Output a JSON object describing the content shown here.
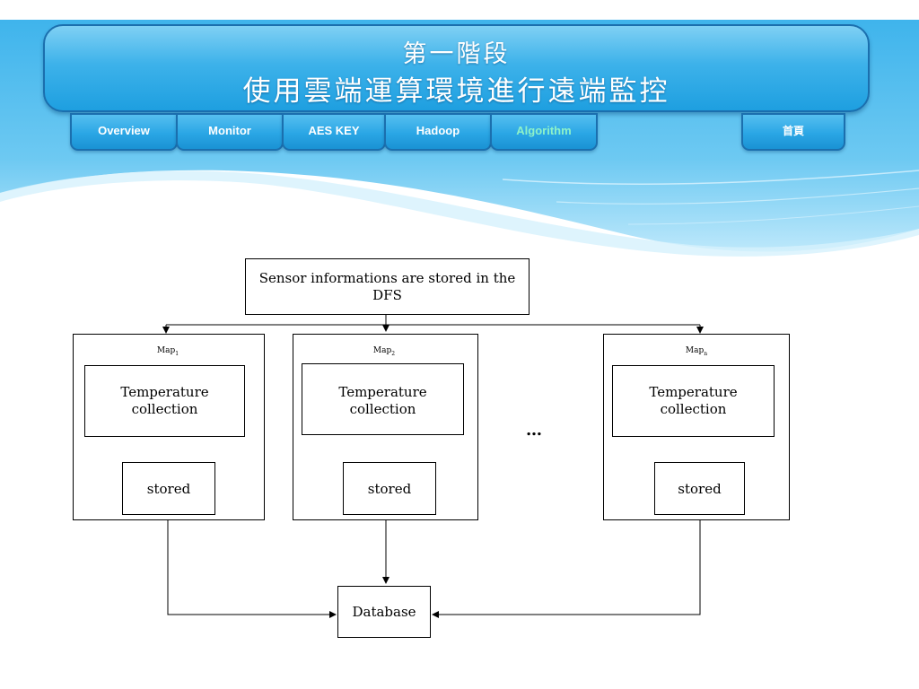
{
  "header": {
    "title_line1": "第一階段",
    "title_line2": "使用雲端運算環境進行遠端監控"
  },
  "nav": {
    "tabs": [
      {
        "label": "Overview",
        "active": false
      },
      {
        "label": "Monitor",
        "active": false
      },
      {
        "label": "AES KEY",
        "active": false
      },
      {
        "label": "Hadoop",
        "active": false
      },
      {
        "label": "Algorithm",
        "active": true
      }
    ],
    "home_label": "首頁"
  },
  "diagram": {
    "source": "Sensor informations are stored in the DFS",
    "maps": [
      {
        "label": "Map",
        "sub": "1",
        "process": "Temperature collection",
        "store": "stored"
      },
      {
        "label": "Map",
        "sub": "2",
        "process": "Temperature collection",
        "store": "stored"
      },
      {
        "label": "Map",
        "sub": "n",
        "process": "Temperature collection",
        "store": "stored"
      }
    ],
    "ellipsis": "…",
    "sink": "Database"
  },
  "colors": {
    "accent_blue": "#2aa6e5",
    "active_tab_text": "#8ef2c8"
  }
}
